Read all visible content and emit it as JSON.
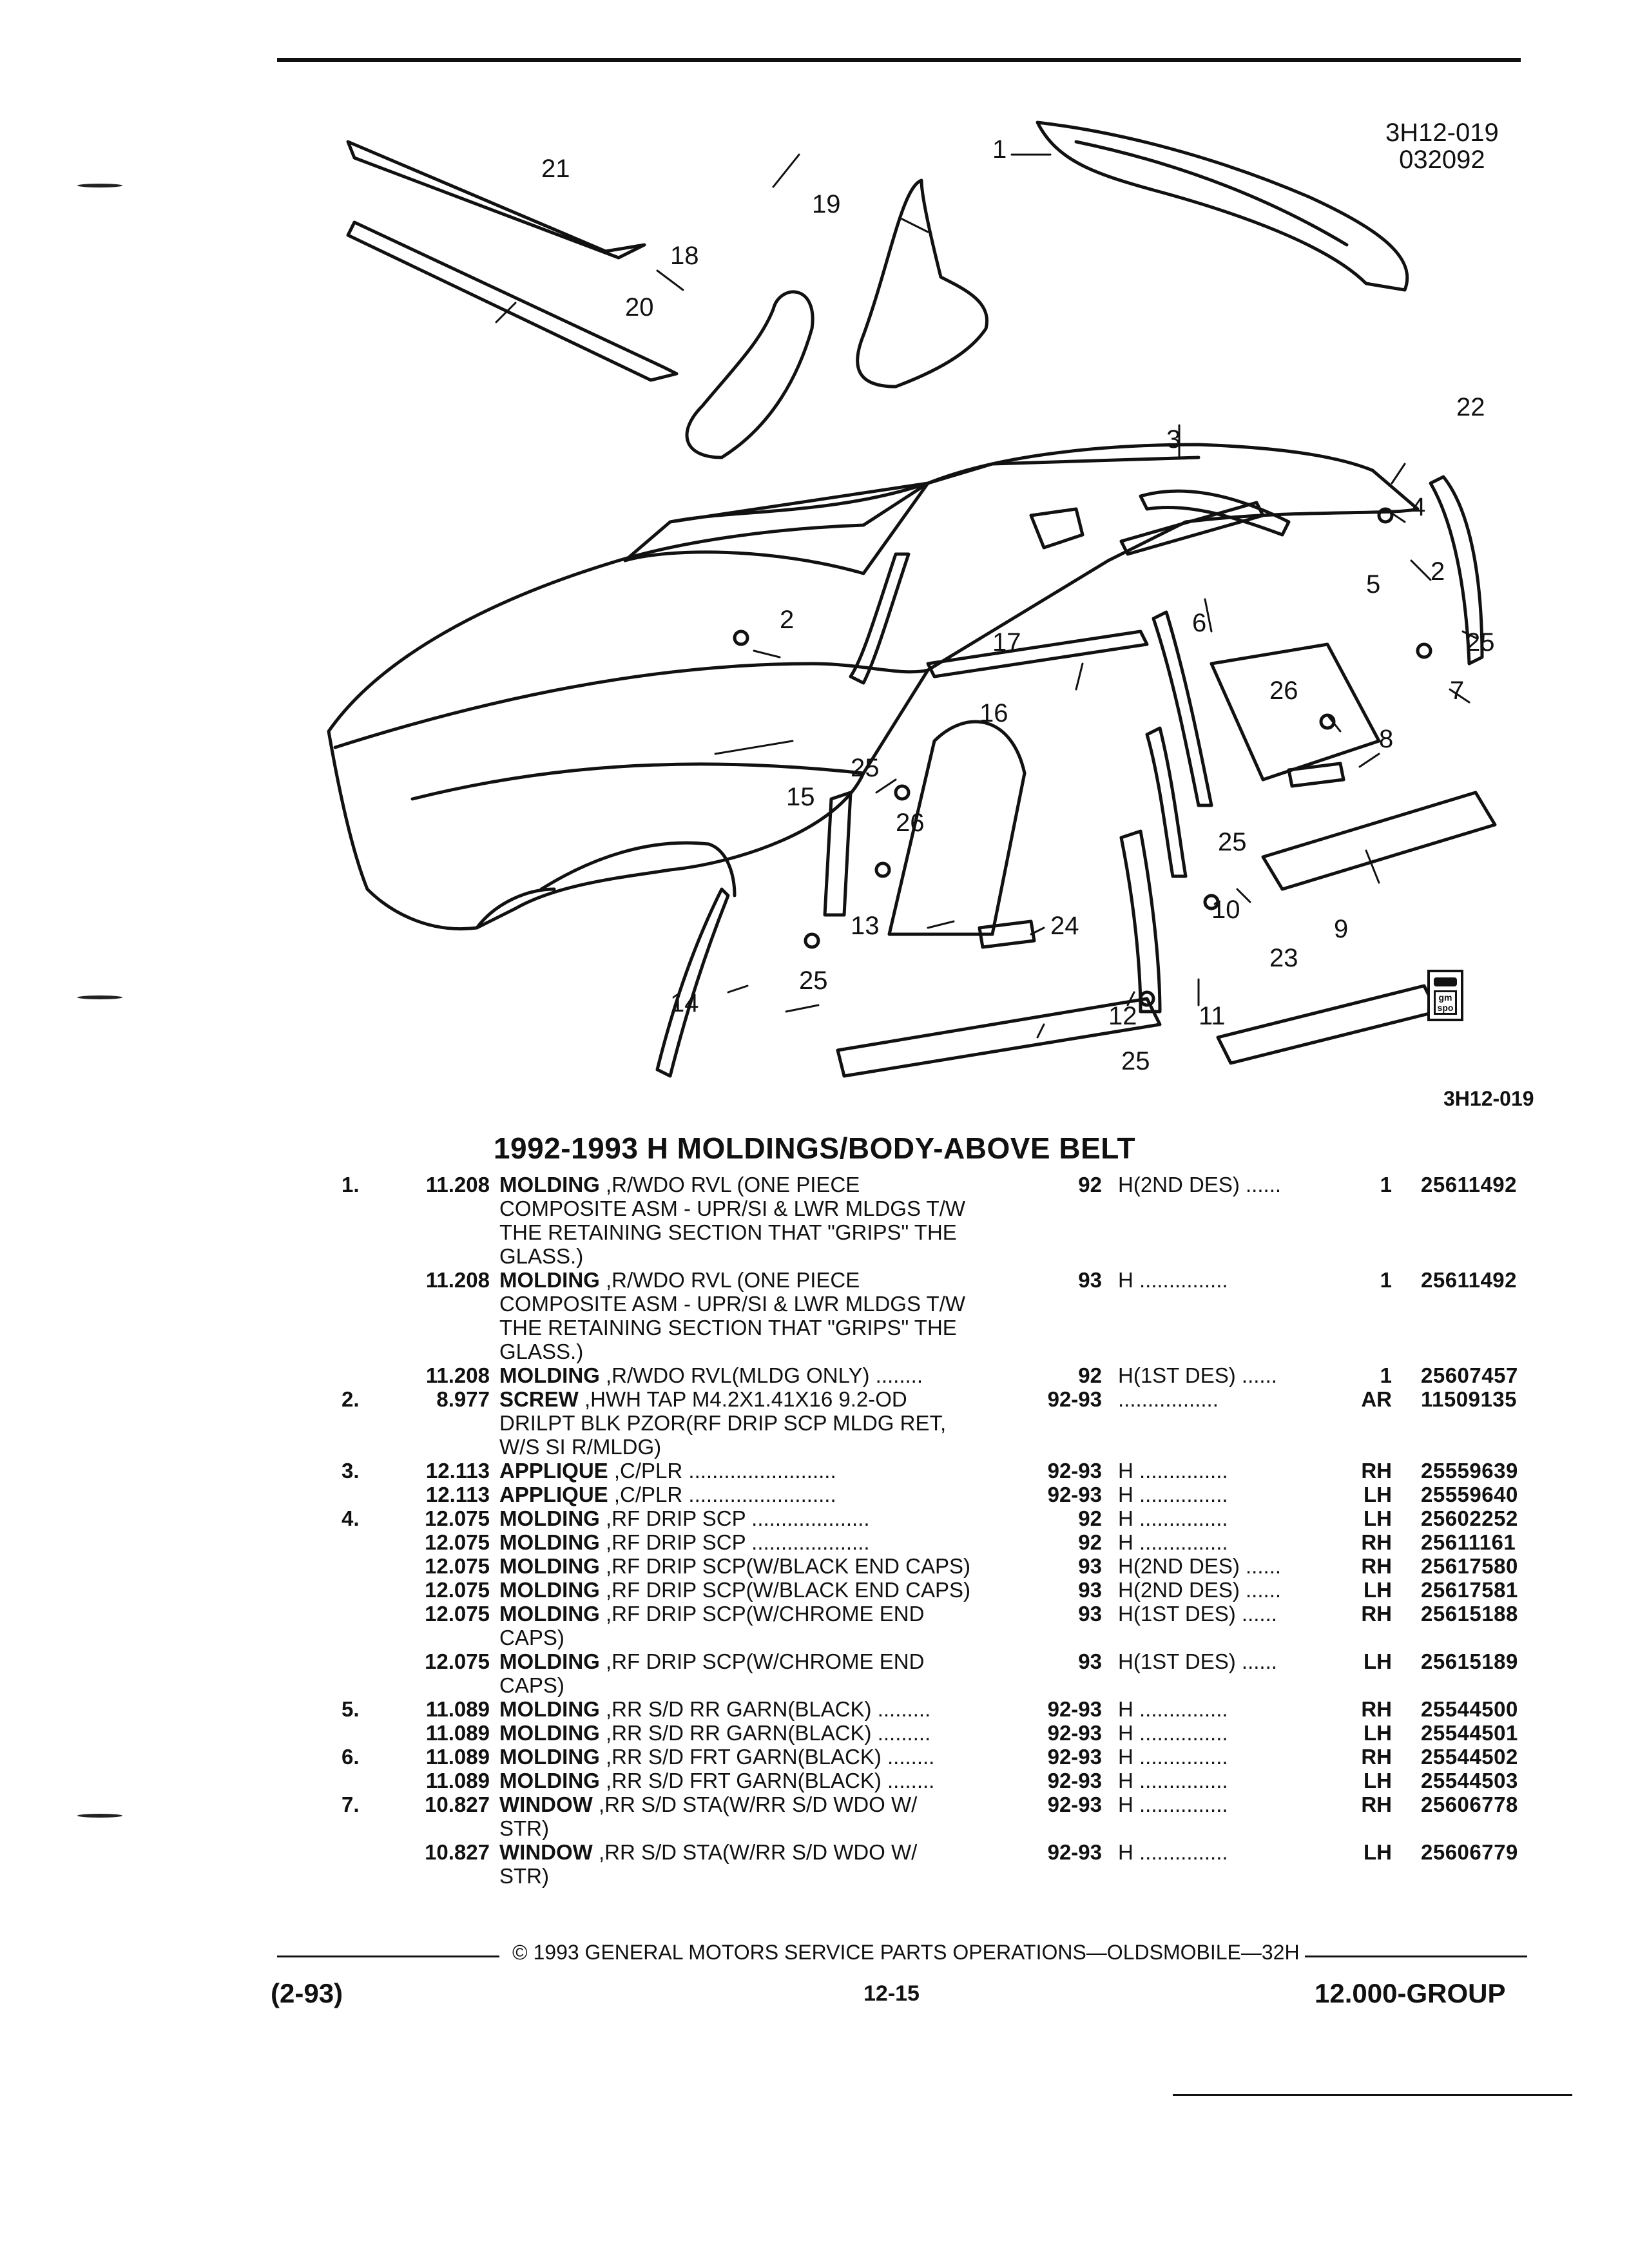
{
  "ref_code": [
    "3H12-019",
    "032092"
  ],
  "ref_code_bottom": "3H12-019",
  "callouts": [
    "1",
    "2",
    "2",
    "3",
    "4",
    "5",
    "6",
    "7",
    "8",
    "9",
    "10",
    "11",
    "12",
    "13",
    "14",
    "15",
    "16",
    "17",
    "18",
    "19",
    "20",
    "21",
    "22",
    "23",
    "24",
    "25",
    "25",
    "25",
    "25",
    "25",
    "26",
    "26"
  ],
  "logo_text": "gm spo",
  "title": "1992-1993 H MOLDINGS/BODY-ABOVE BELT",
  "parts": [
    {
      "key": "1.",
      "group": "11.208",
      "name": "MOLDING",
      "desc": " ,R/WDO RVL (ONE PIECE",
      "years": "92",
      "model": "H(2ND DES) ......",
      "qty": "1",
      "pn": "25611492"
    },
    {
      "key": "",
      "group": "",
      "name": "",
      "desc": "COMPOSITE ASM - UPR/SI & LWR MLDGS T/W",
      "years": "",
      "model": "",
      "qty": "",
      "pn": ""
    },
    {
      "key": "",
      "group": "",
      "name": "",
      "desc": "THE RETAINING SECTION THAT \"GRIPS\" THE",
      "years": "",
      "model": "",
      "qty": "",
      "pn": ""
    },
    {
      "key": "",
      "group": "",
      "name": "",
      "desc": "GLASS.)",
      "years": "",
      "model": "",
      "qty": "",
      "pn": ""
    },
    {
      "key": "",
      "group": "11.208",
      "name": "MOLDING",
      "desc": " ,R/WDO RVL (ONE PIECE",
      "years": "93",
      "model": "H ...............",
      "qty": "1",
      "pn": "25611492"
    },
    {
      "key": "",
      "group": "",
      "name": "",
      "desc": "COMPOSITE ASM - UPR/SI & LWR MLDGS T/W",
      "years": "",
      "model": "",
      "qty": "",
      "pn": ""
    },
    {
      "key": "",
      "group": "",
      "name": "",
      "desc": "THE RETAINING SECTION THAT \"GRIPS\" THE",
      "years": "",
      "model": "",
      "qty": "",
      "pn": ""
    },
    {
      "key": "",
      "group": "",
      "name": "",
      "desc": "GLASS.)",
      "years": "",
      "model": "",
      "qty": "",
      "pn": ""
    },
    {
      "key": "",
      "group": "11.208",
      "name": "MOLDING",
      "desc": " ,R/WDO RVL(MLDG ONLY) ........",
      "years": "92",
      "model": "H(1ST DES) ......",
      "qty": "1",
      "pn": "25607457"
    },
    {
      "key": "2.",
      "group": "8.977",
      "name": "SCREW",
      "desc": " ,HWH TAP M4.2X1.41X16 9.2-OD",
      "years": "92-93",
      "model": ".................",
      "qty": "AR",
      "pn": "11509135"
    },
    {
      "key": "",
      "group": "",
      "name": "",
      "desc": "DRILPT BLK PZOR(RF DRIP SCP MLDG RET,",
      "years": "",
      "model": "",
      "qty": "",
      "pn": ""
    },
    {
      "key": "",
      "group": "",
      "name": "",
      "desc": "W/S SI R/MLDG)",
      "years": "",
      "model": "",
      "qty": "",
      "pn": ""
    },
    {
      "key": "3.",
      "group": "12.113",
      "name": "APPLIQUE",
      "desc": " ,C/PLR .........................",
      "years": "92-93",
      "model": "H ...............",
      "qty": "RH",
      "pn": "25559639"
    },
    {
      "key": "",
      "group": "12.113",
      "name": "APPLIQUE",
      "desc": " ,C/PLR .........................",
      "years": "92-93",
      "model": "H ...............",
      "qty": "LH",
      "pn": "25559640"
    },
    {
      "key": "4.",
      "group": "12.075",
      "name": "MOLDING",
      "desc": " ,RF DRIP SCP ....................",
      "years": "92",
      "model": "H ...............",
      "qty": "LH",
      "pn": "25602252"
    },
    {
      "key": "",
      "group": "12.075",
      "name": "MOLDING",
      "desc": " ,RF DRIP SCP ....................",
      "years": "92",
      "model": "H ...............",
      "qty": "RH",
      "pn": "25611161"
    },
    {
      "key": "",
      "group": "12.075",
      "name": "MOLDING",
      "desc": " ,RF DRIP SCP(W/BLACK END CAPS)",
      "years": "93",
      "model": "H(2ND DES) ......",
      "qty": "RH",
      "pn": "25617580"
    },
    {
      "key": "",
      "group": "12.075",
      "name": "MOLDING",
      "desc": " ,RF DRIP SCP(W/BLACK END CAPS)",
      "years": "93",
      "model": "H(2ND DES) ......",
      "qty": "LH",
      "pn": "25617581"
    },
    {
      "key": "",
      "group": "12.075",
      "name": "MOLDING",
      "desc": " ,RF DRIP SCP(W/CHROME END",
      "years": "93",
      "model": "H(1ST DES) ......",
      "qty": "RH",
      "pn": "25615188"
    },
    {
      "key": "",
      "group": "",
      "name": "",
      "desc": "CAPS)",
      "years": "",
      "model": "",
      "qty": "",
      "pn": ""
    },
    {
      "key": "",
      "group": "12.075",
      "name": "MOLDING",
      "desc": " ,RF DRIP SCP(W/CHROME END",
      "years": "93",
      "model": "H(1ST DES) ......",
      "qty": "LH",
      "pn": "25615189"
    },
    {
      "key": "",
      "group": "",
      "name": "",
      "desc": "CAPS)",
      "years": "",
      "model": "",
      "qty": "",
      "pn": ""
    },
    {
      "key": "5.",
      "group": "11.089",
      "name": "MOLDING",
      "desc": " ,RR S/D RR GARN(BLACK) .........",
      "years": "92-93",
      "model": "H ...............",
      "qty": "RH",
      "pn": "25544500"
    },
    {
      "key": "",
      "group": "11.089",
      "name": "MOLDING",
      "desc": " ,RR S/D RR GARN(BLACK) .........",
      "years": "92-93",
      "model": "H ...............",
      "qty": "LH",
      "pn": "25544501"
    },
    {
      "key": "6.",
      "group": "11.089",
      "name": "MOLDING",
      "desc": " ,RR S/D FRT GARN(BLACK) ........",
      "years": "92-93",
      "model": "H ...............",
      "qty": "RH",
      "pn": "25544502"
    },
    {
      "key": "",
      "group": "11.089",
      "name": "MOLDING",
      "desc": " ,RR S/D FRT GARN(BLACK) ........",
      "years": "92-93",
      "model": "H ...............",
      "qty": "LH",
      "pn": "25544503"
    },
    {
      "key": "7.",
      "group": "10.827",
      "name": "WINDOW",
      "desc": " ,RR S/D STA(W/RR S/D WDO W/",
      "years": "92-93",
      "model": "H ...............",
      "qty": "RH",
      "pn": "25606778"
    },
    {
      "key": "",
      "group": "",
      "name": "",
      "desc": "STR)",
      "years": "",
      "model": "",
      "qty": "",
      "pn": ""
    },
    {
      "key": "",
      "group": "10.827",
      "name": "WINDOW",
      "desc": " ,RR S/D STA(W/RR S/D WDO W/",
      "years": "92-93",
      "model": "H ...............",
      "qty": "LH",
      "pn": "25606779"
    },
    {
      "key": "",
      "group": "",
      "name": "",
      "desc": "STR)",
      "years": "",
      "model": "",
      "qty": "",
      "pn": ""
    }
  ],
  "footer": {
    "copyright": "© 1993 GENERAL MOTORS SERVICE PARTS OPERATIONS—OLDSMOBILE—32H",
    "date": "(2-93)",
    "page": "12-15",
    "group": "12.000-GROUP"
  }
}
